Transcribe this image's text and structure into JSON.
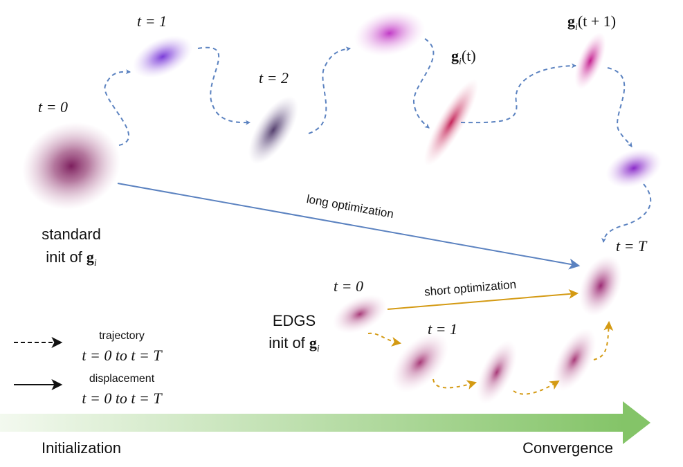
{
  "standard_init": {
    "line1": "standard",
    "line2": "init of ",
    "var": "g",
    "sub": "i"
  },
  "edgs_init": {
    "line1": "EDGS",
    "line2": "init of ",
    "var": "g",
    "sub": "i"
  },
  "labels": {
    "std_t0": "t = 0",
    "std_t1": "t = 1",
    "std_t2": "t = 2",
    "g_t": "(t)",
    "g_t1": "(t + 1)",
    "t_final": "t = T",
    "edgs_t0": "t = 0",
    "edgs_t1": "t = 1",
    "long_opt": "long optimization",
    "short_opt": "short optimization"
  },
  "legend": {
    "trajectory": "trajectory",
    "trajectory_range": "t = 0 to t = T",
    "displacement": "displacement",
    "displacement_range": "t = 0 to t = T"
  },
  "axis": {
    "start": "Initialization",
    "end": "Convergence"
  },
  "colors": {
    "blue_path": "#5b82c0",
    "gold_path": "#d49a13",
    "progress_arrow": "#8cc870"
  }
}
